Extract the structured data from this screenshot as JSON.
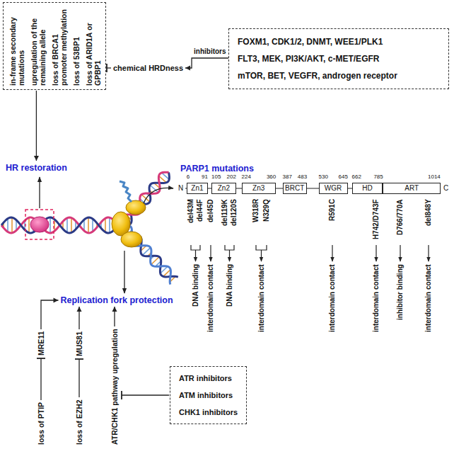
{
  "diagram": {
    "nodes": [
      {
        "text": [
          "in-frame secondary mutations",
          "upregulation of the remaining allele",
          "loss of BRCA1 promoter methylation",
          "loss of 53BP1",
          "loss of ARID1A or GPBP1"
        ]
      },
      {
        "text": [
          "chemical HRDness"
        ]
      },
      {
        "text": [
          "FOXM1, CDK1/2, DNMT, WEE1/PLK1",
          "FLT3, MEK, PI3K/AKT, c-MET/EGFR",
          "mTOR, BET, VEGFR, androgen receptor"
        ]
      },
      {
        "text": [
          "HR restoration"
        ]
      },
      {
        "text": [
          "PARP1 mutations"
        ]
      },
      {
        "text": [
          "Zn1"
        ]
      },
      {
        "text": [
          "Zn2"
        ]
      },
      {
        "text": [
          "Zn3"
        ]
      },
      {
        "text": [
          "BRCT"
        ]
      },
      {
        "text": [
          "WGR"
        ]
      },
      {
        "text": [
          "HD"
        ]
      },
      {
        "text": [
          "ART"
        ]
      },
      {
        "text": [
          "Replication fork protection"
        ]
      },
      {
        "text": [
          "loss of PTIP"
        ]
      },
      {
        "text": [
          "MRE11"
        ]
      },
      {
        "text": [
          "loss of EZH2"
        ]
      },
      {
        "text": [
          "MUS81"
        ]
      },
      {
        "text": [
          "ATR/CHK1 pathway upregulation"
        ]
      },
      {
        "text": [
          "ATR inhibitors",
          "ATM inhibitors",
          "CHK1 inhibitors"
        ]
      }
    ],
    "edges": [
      {
        "from": 2,
        "to": 1,
        "label": "inhibitors",
        "arrow": "to"
      },
      {
        "from": 1,
        "to": 0,
        "arrow": "to"
      },
      {
        "from": 0,
        "to": 3,
        "arrow": "to"
      },
      {
        "from": 13,
        "to": 14,
        "arrow": "to"
      },
      {
        "from": 14,
        "to": 12,
        "arrow": "to"
      },
      {
        "from": 15,
        "to": 16,
        "arrow": "to"
      },
      {
        "from": 16,
        "to": 12,
        "arrow": "to"
      },
      {
        "from": 17,
        "to": 12,
        "arrow": "to"
      },
      {
        "from": 18,
        "to": 17,
        "arrow": "to"
      }
    ],
    "labels": [
      "N",
      "6",
      "91",
      "105",
      "202",
      "224",
      "360",
      "387",
      "483",
      "530",
      "645",
      "662",
      "785",
      "1014",
      "C",
      "del43M",
      "del44F",
      "del45D",
      "del119K",
      "del120S",
      "W318R",
      "N329Q",
      "R591C",
      "H742/D743F",
      "D766/770A",
      "del848Y",
      "DNA binding",
      "interdomain contact",
      "DNA binding",
      "interdomain contact",
      "interdomain contact",
      "interdomain contact",
      "inhibitor binding",
      "interdomain contact"
    ]
  }
}
